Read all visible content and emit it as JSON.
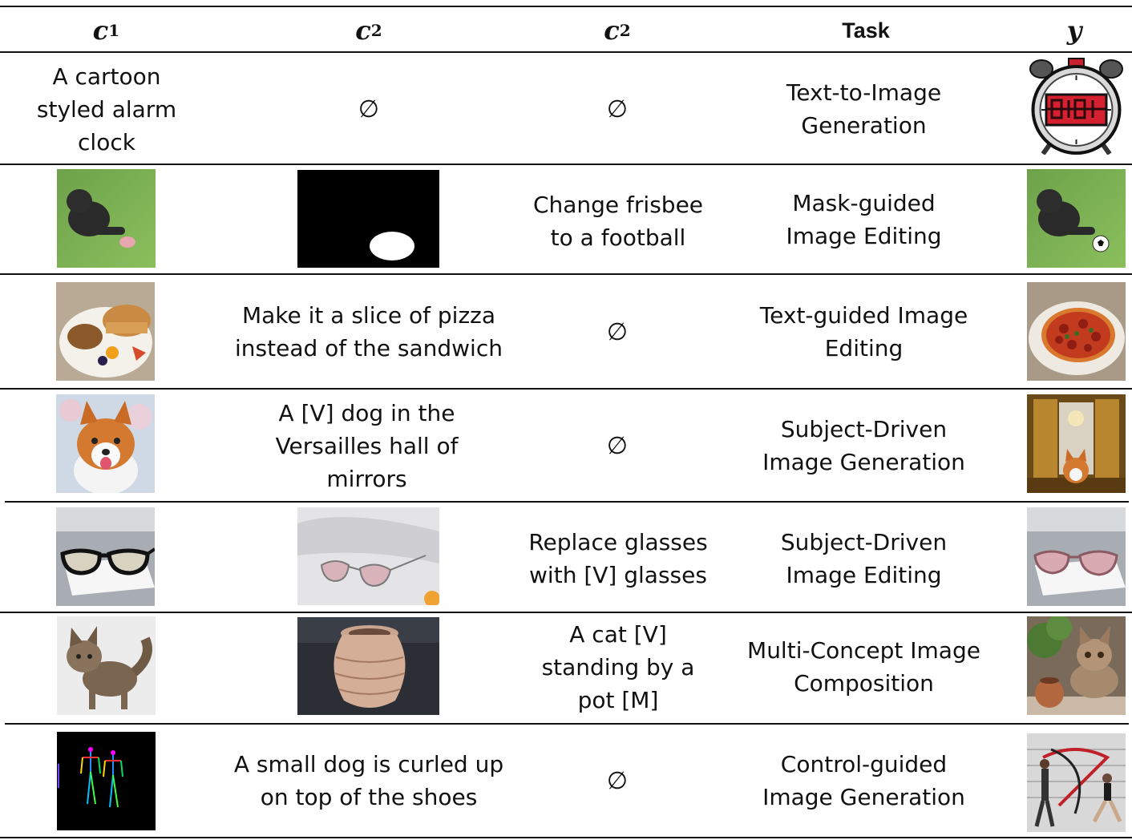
{
  "header": {
    "c1_label": "c",
    "c1_sub": "1",
    "c2a_label": "c",
    "c2a_sub": "2",
    "c2b_label": "c",
    "c2b_sub": "2",
    "task": "Task",
    "y_label": "y"
  },
  "empty_symbol": "∅",
  "rows": [
    {
      "c1": "A cartoon styled alarm clock",
      "task": "Text-to-Image Generation"
    },
    {
      "c3": "Change frisbee to a football",
      "task": "Mask-guided Image Editing"
    },
    {
      "c2": "Make it a slice of pizza instead of the sandwich",
      "task": "Text-guided Image Editing"
    },
    {
      "c2": "A [V] dog in the Versailles hall of mirrors",
      "task": "Subject-Driven Image Generation"
    },
    {
      "c3": "Replace glasses with [V] glasses",
      "task": "Subject-Driven Image Editing"
    },
    {
      "c3": "A cat [V] standing by a pot [M]",
      "task": "Multi-Concept Image Composition"
    },
    {
      "c2": "A small dog is curled up on top of the shoes",
      "task": "Control-guided Image Generation"
    }
  ],
  "colors": {
    "rule": "#111111",
    "text": "#111111"
  }
}
